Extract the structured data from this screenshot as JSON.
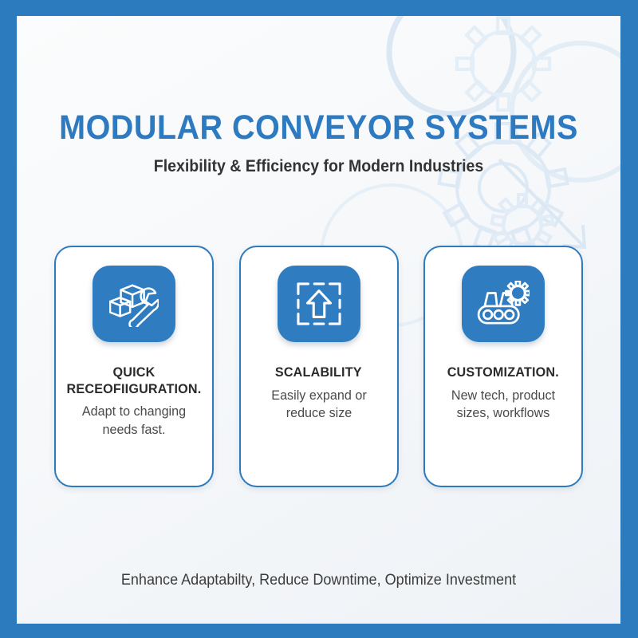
{
  "poster": {
    "frame_color": "#2C7BBF",
    "panel_background": "#f6f8fa",
    "accent_color": "#2E7AC0",
    "icon_tile_color": "#2F7CC0",
    "heading_color": "#2b2b2b",
    "body_text_color": "#4a4a4a"
  },
  "header": {
    "title": "MODULAR CONVEYOR SYSTEMS",
    "subtitle": "Flexibility & Efficiency for Modern Industries"
  },
  "cards": [
    {
      "icon": "boxes-wrench-icon",
      "heading": "QUICK RECEOFIIGURATION.",
      "description": "Adapt to changing needs fast."
    },
    {
      "icon": "expand-arrow-frame-icon",
      "heading": "SCALABILITY",
      "description": "Easily expand or reduce size"
    },
    {
      "icon": "conveyor-gear-icon",
      "heading": "CUSTOMIZATION.",
      "description": "New tech, product sizes, workflows"
    }
  ],
  "footer": {
    "tagline": "Enhance Adaptabilty, Reduce Downtime, Optimize Investment"
  },
  "background": {
    "decor": "faint-gear-outlines-and-diagonal-arrow",
    "decor_color": "#dce8f3"
  }
}
